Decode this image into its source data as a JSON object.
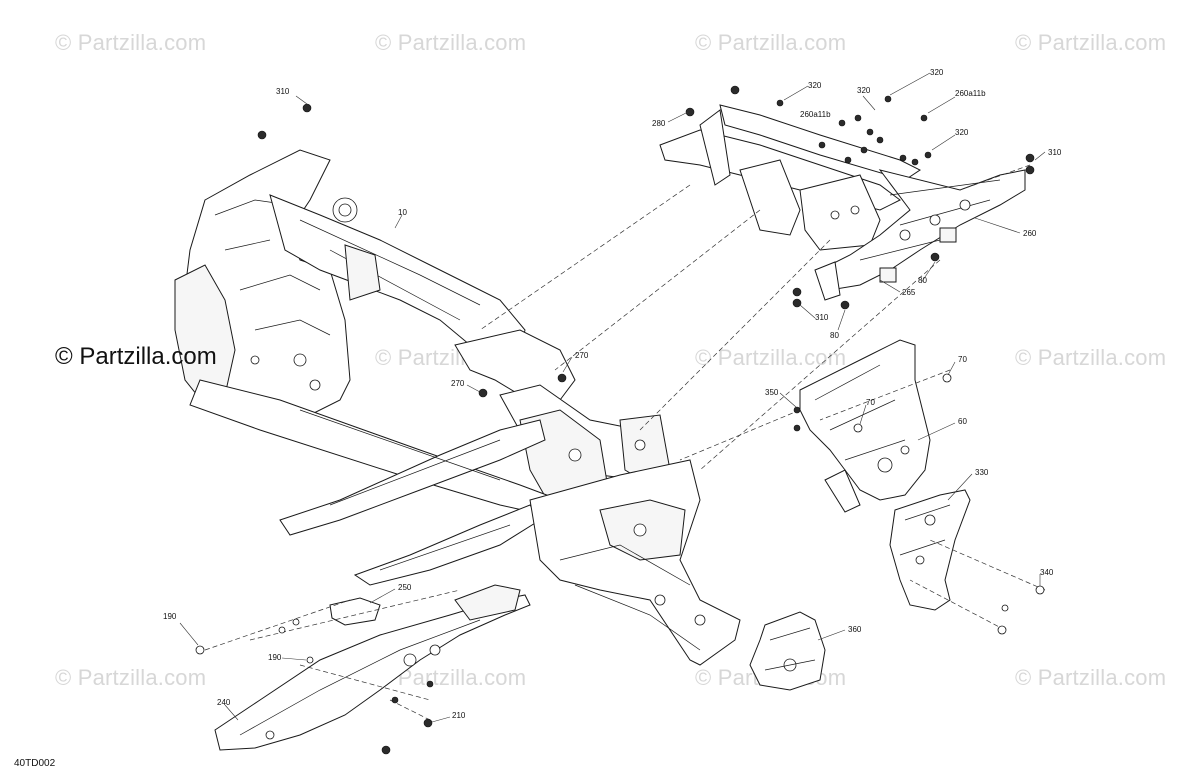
{
  "watermarks": {
    "small": "© Partzilla.com",
    "main": "© Partzilla.com"
  },
  "diagram_code": "40TD002",
  "callouts": {
    "c10": "10",
    "c60": "60",
    "c70a": "70",
    "c70b": "70",
    "c80a": "80",
    "c80b": "80",
    "c190a": "190",
    "c190b": "190",
    "c210": "210",
    "c240": "240",
    "c250": "250",
    "c260": "260",
    "c260a11b_a": "260a11b",
    "c260a11b_b": "260a11b",
    "c265": "265",
    "c270a": "270",
    "c270b": "270",
    "c280": "280",
    "c310a": "310",
    "c310b": "310",
    "c310c": "310",
    "c320a": "320",
    "c320b": "320",
    "c320c": "320",
    "c320d": "320",
    "c330": "330",
    "c340": "340",
    "c350": "350",
    "c360": "360"
  }
}
